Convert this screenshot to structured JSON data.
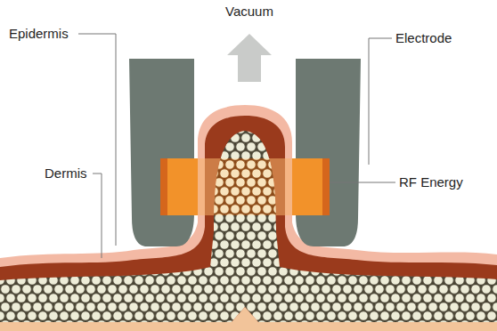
{
  "diagram": {
    "labels": [
      "Vacuum",
      "Epidermis",
      "Electrode",
      "Dermis",
      "RF Energy"
    ]
  }
}
